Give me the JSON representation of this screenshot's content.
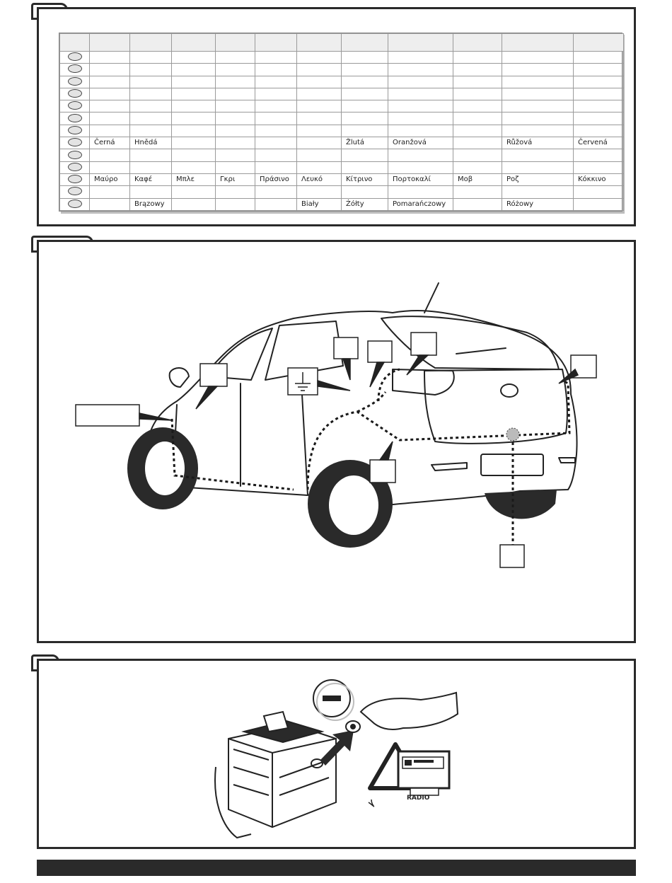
{
  "color_table": {
    "rows": [
      [
        "",
        "",
        "",
        "",
        "",
        "",
        "",
        "",
        "",
        "",
        ""
      ],
      [
        "",
        "",
        "",
        "",
        "",
        "",
        "",
        "",
        "",
        "",
        ""
      ],
      [
        "",
        "",
        "",
        "",
        "",
        "",
        "",
        "",
        "",
        "",
        ""
      ],
      [
        "",
        "",
        "",
        "",
        "",
        "",
        "",
        "",
        "",
        "",
        ""
      ],
      [
        "",
        "",
        "",
        "",
        "",
        "",
        "",
        "",
        "",
        "",
        ""
      ],
      [
        "",
        "",
        "",
        "",
        "",
        "",
        "",
        "",
        "",
        "",
        ""
      ],
      [
        "",
        "",
        "",
        "",
        "",
        "",
        "",
        "",
        "",
        "",
        ""
      ],
      [
        "Černá",
        "Hnědá",
        "",
        "",
        "",
        "",
        "Žlutá",
        "Oranžová",
        "",
        "Růžová",
        "Červená"
      ],
      [
        "",
        "",
        "",
        "",
        "",
        "",
        "",
        "",
        "",
        "",
        ""
      ],
      [
        "",
        "",
        "",
        "",
        "",
        "",
        "",
        "",
        "",
        "",
        ""
      ],
      [
        "Μαύρο",
        "Καφέ",
        "Μπλε",
        "Γκρι",
        "Πράσινο",
        "Λευκό",
        "Κίτρινο",
        "Πορτοκαλί",
        "Μοβ",
        "Ροζ",
        "Κόκκινο"
      ],
      [
        "",
        "",
        "",
        "",
        "",
        "",
        "",
        "",
        "",
        "",
        ""
      ],
      [
        "",
        "Brązowy",
        "",
        "",
        "",
        "Biały",
        "Żółty",
        "Pomarańczowy",
        "",
        "Różowy",
        ""
      ]
    ]
  },
  "battery_panel": {
    "minus_symbol": "−",
    "radio_label": "RADIO"
  },
  "colors": {
    "border": "#2a2a2a",
    "table_grid": "#9a9a9a",
    "callout_fill": "#ffffff",
    "shadow": "#bdbdbd"
  }
}
